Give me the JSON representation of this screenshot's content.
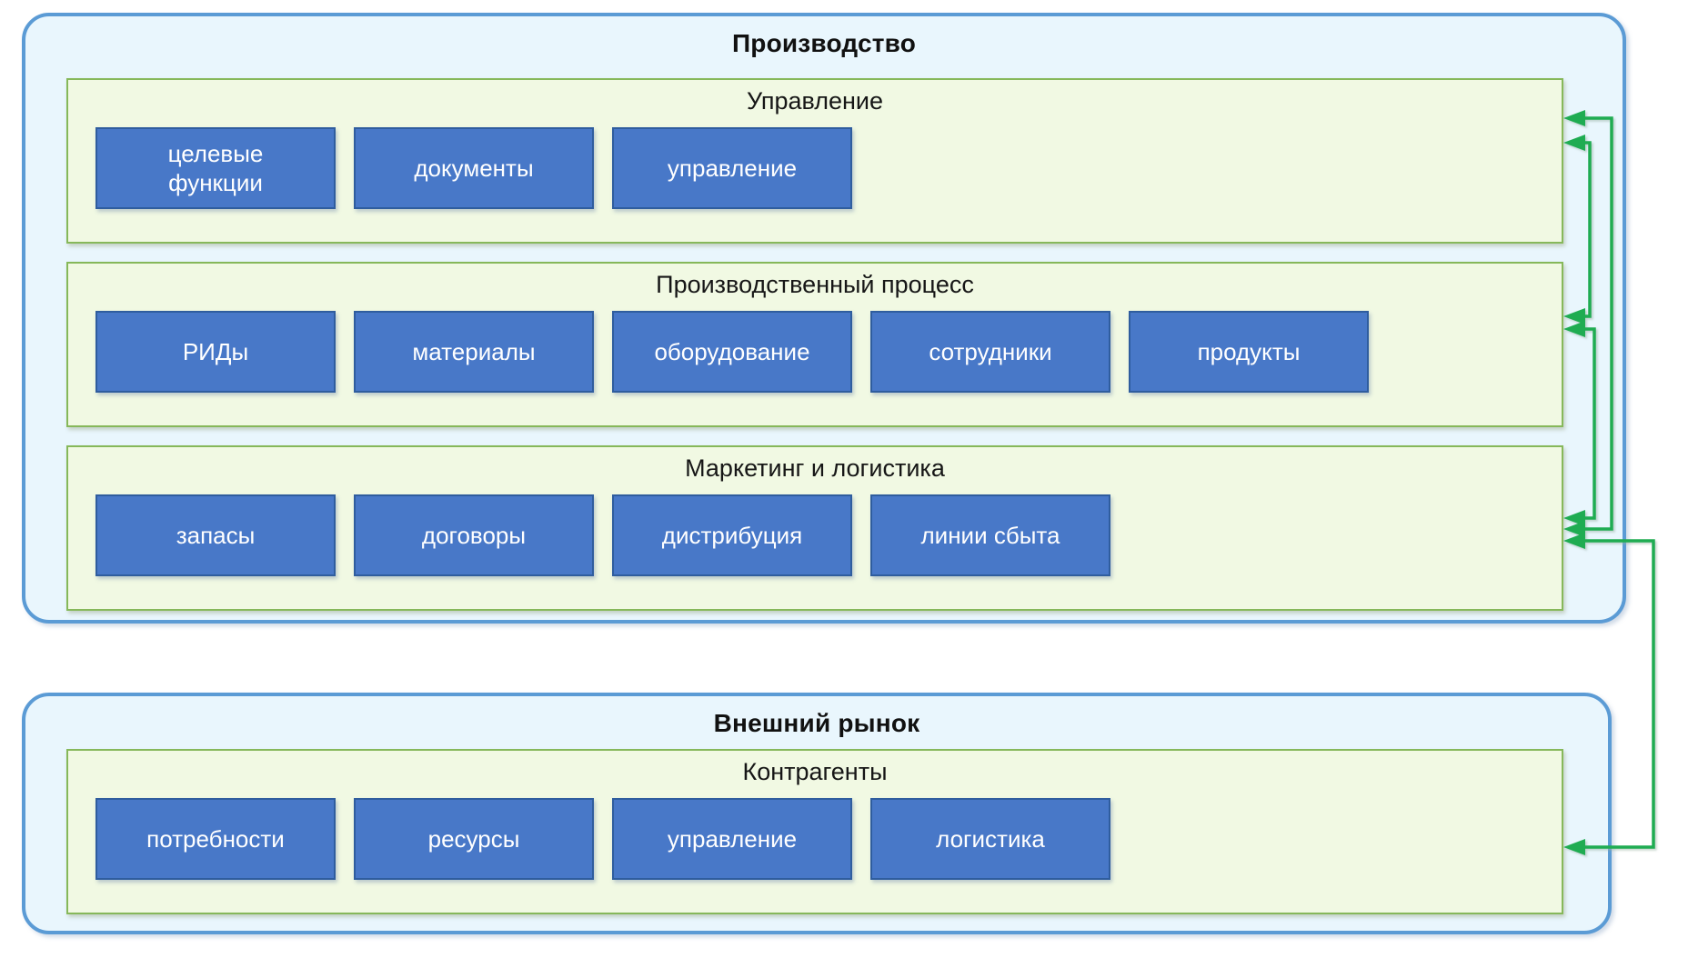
{
  "diagram": {
    "groups": [
      {
        "title": "Производство",
        "sections": [
          {
            "title": "Управление",
            "boxes": [
              "целевые\nфункции",
              "документы",
              "управление"
            ]
          },
          {
            "title": "Производственный процесс",
            "boxes": [
              "РИДы",
              "материалы",
              "оборудование",
              "сотрудники",
              "продукты"
            ]
          },
          {
            "title": "Маркетинг и логистика",
            "boxes": [
              "запасы",
              "договоры",
              "дистрибуция",
              "линии сбыта"
            ]
          }
        ]
      },
      {
        "title": "Внешний рынок",
        "sections": [
          {
            "title": "Контрагенты",
            "boxes": [
              "потребности",
              "ресурсы",
              "управление",
              "логистика"
            ]
          }
        ]
      }
    ],
    "connectors": [
      {
        "between": [
          "Управление",
          "Маркетинг и логистика"
        ],
        "arrows": "both"
      },
      {
        "between": [
          "Управление",
          "Производственный процесс"
        ],
        "arrows": "both"
      },
      {
        "between": [
          "Производственный процесс",
          "Маркетинг и логистика"
        ],
        "arrows": "both"
      },
      {
        "between": [
          "Маркетинг и логистика",
          "Контрагенты"
        ],
        "arrows": "both"
      }
    ],
    "colors": {
      "group_border": "#5B9BD5",
      "group_fill": "#E9F6FD",
      "section_border": "#86B85A",
      "section_fill": "#F1F9E3",
      "box_border": "#2F5D9E",
      "box_fill": "#4878C8",
      "box_text": "#FFFFFF",
      "arrow": "#1FAC52",
      "title_text": "#111111"
    }
  }
}
